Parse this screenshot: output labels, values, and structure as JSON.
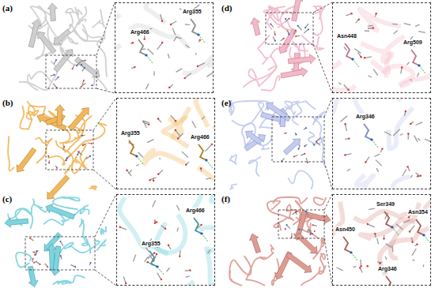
{
  "diagram": {
    "nodes": [
      {
        "text": [
          "Arg466",
          "Arg355"
        ]
      },
      {
        "text": [
          "Arg355",
          "Arg466"
        ]
      },
      {
        "text": [
          "Arg355",
          "Arg466"
        ]
      },
      {
        "text": [
          "Asn448",
          "Arg509"
        ]
      },
      {
        "text": [
          "Arg346"
        ]
      },
      {
        "text": [
          "Ser349",
          "Asn354",
          "Asn450",
          "Arg346"
        ]
      }
    ],
    "labels": [
      "(a)",
      "(b)",
      "(c)",
      "(d)",
      "(e)",
      "(f)"
    ]
  }
}
